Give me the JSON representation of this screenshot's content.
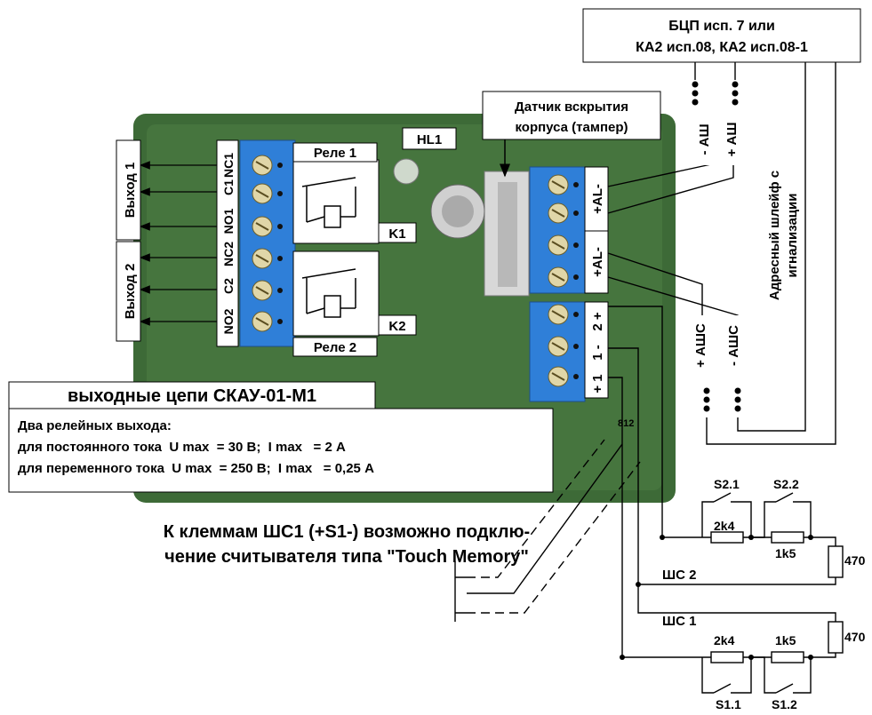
{
  "header_box": {
    "line1": "БЦП исп. 7 или",
    "line2": "КА2 исп.08, КА2 исп.08-1"
  },
  "tamper_box": {
    "line1": "Датчик вскрытия",
    "line2": "корпуса (тампер)"
  },
  "labels": {
    "hl1": "HL1",
    "relay1": "Реле 1",
    "relay2": "Реле 2",
    "k1": "K1",
    "k2": "K2",
    "output1": "Выход 1",
    "output2": "Выход 2",
    "ash_minus": "- АШ",
    "ash_plus": "+ АШ",
    "address_loop_line1": "Адресный шлейф с",
    "address_loop_line2": "игнализации",
    "ashs_plus": "+ АШС",
    "ashs_minus": "- АШС",
    "al_minus_1": "+AL-",
    "al_minus_2": "+AL-",
    "sh2_term": "+ 1 - 2 +",
    "sh2_a": "2 +",
    "sh2_b": "1 -",
    "sh1_a": "+ 1",
    "shs2": "ШС 2",
    "shs1": "ШС 1",
    "r_2k4_top": "2k4",
    "r_1k5_top": "1k5",
    "r_470_top": "470",
    "r_2k4_bot": "2k4",
    "r_1k5_bot": "1k5",
    "r_470_bot": "470",
    "s21": "S2.1",
    "s22": "S2.2",
    "s11": "S1.1",
    "s12": "S1.2",
    "board_mark": "812"
  },
  "terminals_left": [
    "NC1",
    "C1",
    "NO1",
    "NC2",
    "C2",
    "NO2"
  ],
  "output_box": {
    "title": "выходные цепи СКАУ-01-М1",
    "line1": "Два релейных выхода:",
    "line2": "для постоянного тока  U max  = 30 В;  I max   = 2 А",
    "line3": "для переменного тока  U max  = 250 В;  I max   = 0,25 А"
  },
  "note": {
    "line1": "К клеммам ШС1 (+S1-) возможно подклю-",
    "line2": "чение считывателя типа \"Touch Memory\""
  },
  "colors": {
    "board": "#3f6b38",
    "terminal": "#2f7fd8",
    "label_bg": "#ffffff"
  }
}
